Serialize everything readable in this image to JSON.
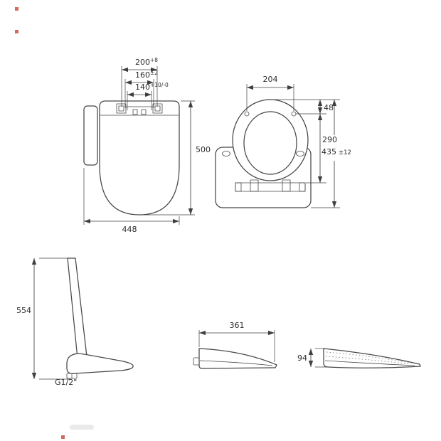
{
  "page": {
    "background": "#ffffff",
    "line_color": "#474747",
    "text_color": "#2d2d2d"
  },
  "views": {
    "top": {
      "d200": "200",
      "d200t": "+8",
      "d160": "160",
      "d160t": "±2",
      "d140": "140",
      "d140t": "+10/-0",
      "d500": "500",
      "d448": "448"
    },
    "underside": {
      "d204": "204",
      "d48": "48",
      "d290": "290",
      "d435": "435",
      "d435t": "±12"
    },
    "open": {
      "d554": "554",
      "thread": "G1/2\""
    },
    "closed": {
      "d361": "361"
    },
    "profile": {
      "d94": "94"
    }
  }
}
